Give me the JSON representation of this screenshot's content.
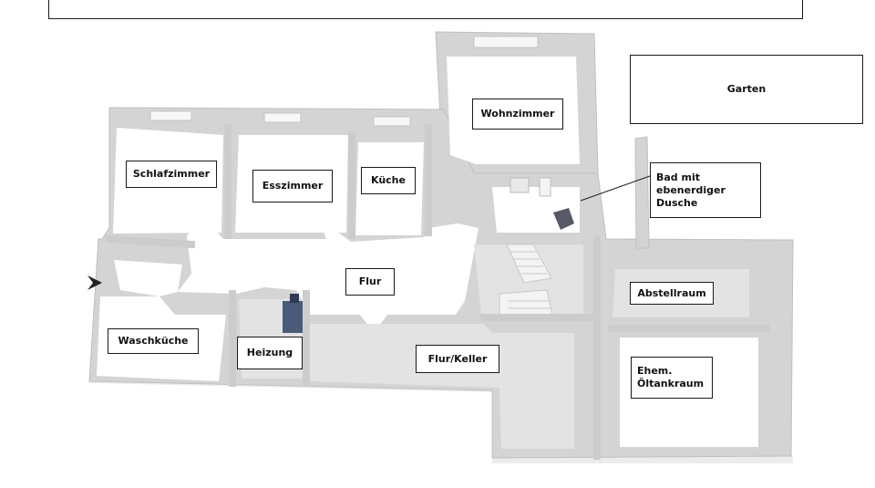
{
  "labels": {
    "garten": "Garten",
    "wohnzimmer": "Wohnzimmer",
    "schlafzimmer": "Schlafzimmer",
    "esszimmer": "Esszimmer",
    "kueche": "Küche",
    "bad": "Bad mit\nebenerdiger\nDusche",
    "flur": "Flur",
    "abstellraum": "Abstellraum",
    "waschkueche": "Waschküche",
    "heizung": "Heizung",
    "flur_keller": "Flur/Keller",
    "oeltankraum": "Ehem.\nÖltankraum"
  },
  "colors": {
    "wall_top": "#d9d9d9",
    "wall_side": "#bdbdbd",
    "floor_white": "#ffffff",
    "floor_gray": "#e3e3e3",
    "label_border": "#1a1a1a"
  }
}
